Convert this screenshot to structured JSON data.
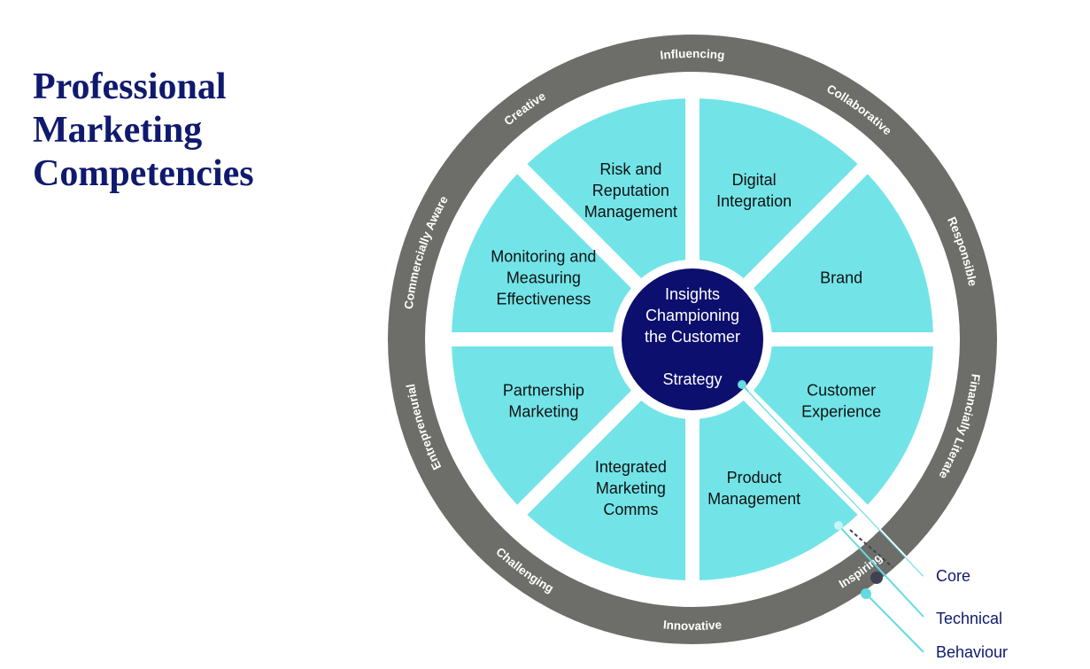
{
  "title_lines": [
    "Professional",
    "Marketing",
    "Competencies"
  ],
  "center": {
    "lines": [
      "Insights",
      "Championing",
      "the Customer"
    ],
    "strategy": "Strategy"
  },
  "technical_segments": [
    {
      "id": "digital-integration",
      "lines": [
        "Digital",
        "Integration"
      ]
    },
    {
      "id": "brand",
      "lines": [
        "Brand"
      ]
    },
    {
      "id": "customer-experience",
      "lines": [
        "Customer",
        "Experience"
      ]
    },
    {
      "id": "product-management",
      "lines": [
        "Product",
        "Management"
      ]
    },
    {
      "id": "integrated-marketing-comms",
      "lines": [
        "Integrated",
        "Marketing",
        "Comms"
      ]
    },
    {
      "id": "partnership-marketing",
      "lines": [
        "Partnership",
        "Marketing"
      ]
    },
    {
      "id": "monitoring-measuring",
      "lines": [
        "Monitoring and",
        "Measuring",
        "Effectiveness"
      ]
    },
    {
      "id": "risk-reputation",
      "lines": [
        "Risk and",
        "Reputation",
        "Management"
      ]
    }
  ],
  "behaviours": [
    "Influencing",
    "Collaborative",
    "Responsible",
    "Financially Literate",
    "Inspiring",
    "Innovative",
    "Challenging",
    "Entrepreneurial",
    "Commercially Aware",
    "Creative"
  ],
  "legend": [
    "Core",
    "Technical",
    "Behaviour"
  ],
  "colors": {
    "title": "#0f1a6e",
    "segment": "#72e4e8",
    "ring": "#6d6d69",
    "center": "#0c0f6e",
    "legend_text": "#0f1a6e",
    "leader": "#63dbe0"
  }
}
